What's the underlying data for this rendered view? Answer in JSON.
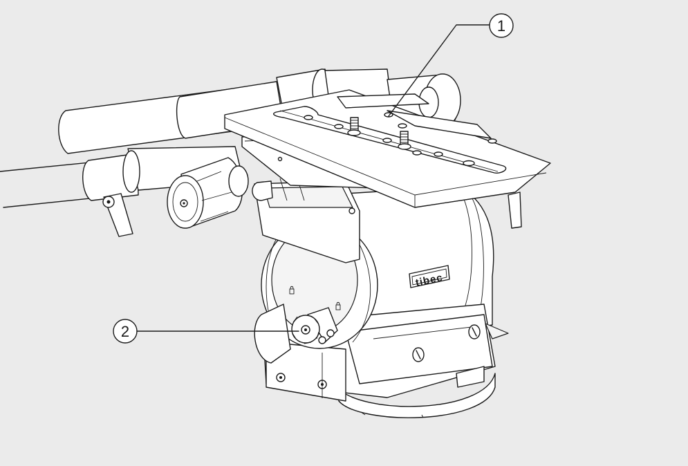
{
  "diagram": {
    "brand_label": "tibec",
    "callouts": [
      {
        "number": "1"
      },
      {
        "number": "2"
      }
    ]
  }
}
